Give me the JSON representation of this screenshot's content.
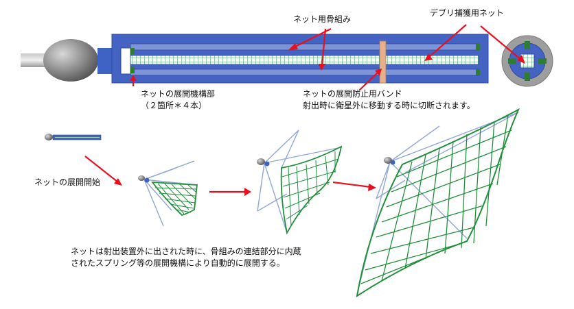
{
  "labels": {
    "frame": "ネット用骨組み",
    "capture_net": "デブリ捕獲用ネット",
    "deploy_mechanism": "ネットの展開機構部\n（２箇所＊４本）",
    "band_title": "ネットの展開防止用バンド",
    "band_desc": "射出時に衛星外に移動する時に切断されます。",
    "deploy_start": "ネットの展開開始",
    "explain": "ネットは射出装置外に出された時に、骨組みの連結部分に内蔵\nされたスプリング等の展開機構により自動的に展開する。"
  },
  "colors": {
    "arrow": "#e8101c",
    "frame_blue": "#5b76c8",
    "frame_light": "#9fb2de",
    "net_green": "#1f8f3a",
    "mechanism_green": "#2e7d32",
    "band": "#e8b08a",
    "body_gray": "#9e9e9e"
  }
}
